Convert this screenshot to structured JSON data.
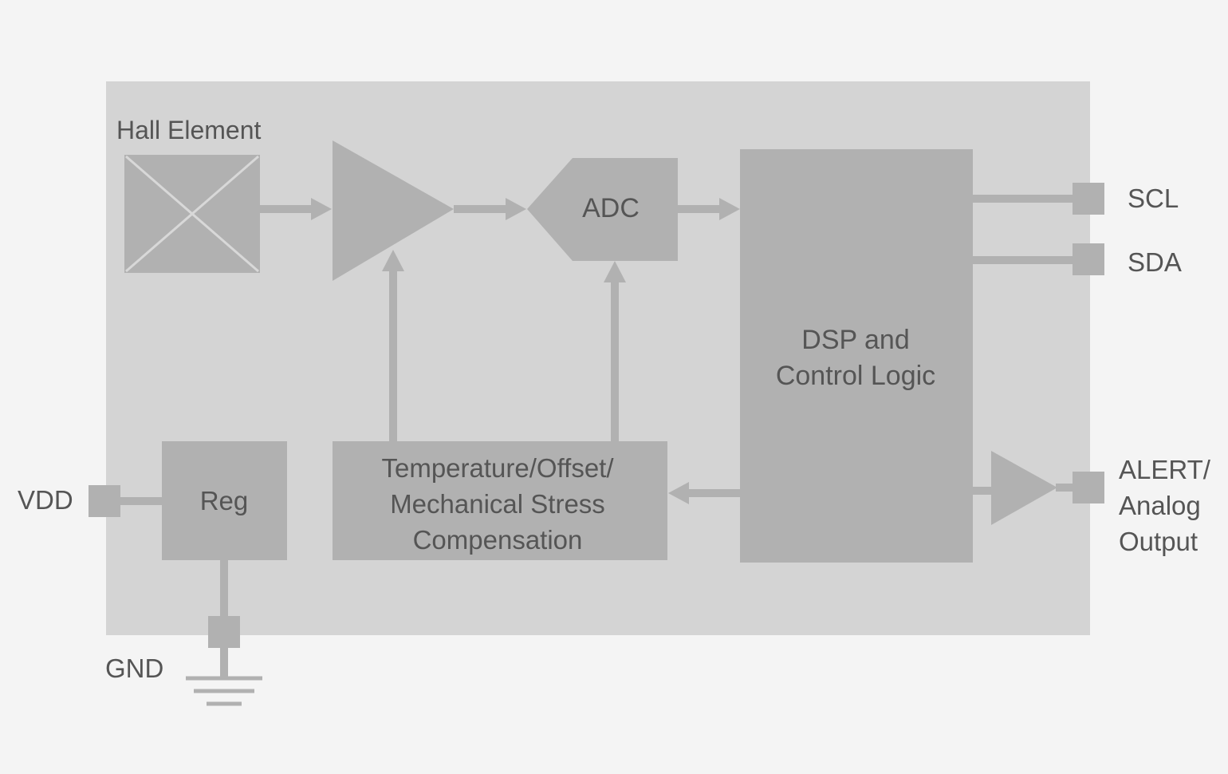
{
  "colors": {
    "background": "#f4f4f4",
    "package": "#d4d4d4",
    "block": "#b1b1b1",
    "line": "#b1b1b1",
    "cross": "#d8d8d8",
    "text": "#555555"
  },
  "blocks": {
    "hall_element": "Hall Element",
    "adc": "ADC",
    "dsp_line1": "DSP and",
    "dsp_line2": "Control Logic",
    "reg": "Reg",
    "comp_line1": "Temperature/Offset/",
    "comp_line2": "Mechanical Stress",
    "comp_line3": "Compensation"
  },
  "pins": {
    "scl": "SCL",
    "sda": "SDA",
    "vdd": "VDD",
    "gnd": "GND",
    "alert_line1": "ALERT/",
    "alert_line2": "Analog",
    "alert_line3": "Output"
  }
}
